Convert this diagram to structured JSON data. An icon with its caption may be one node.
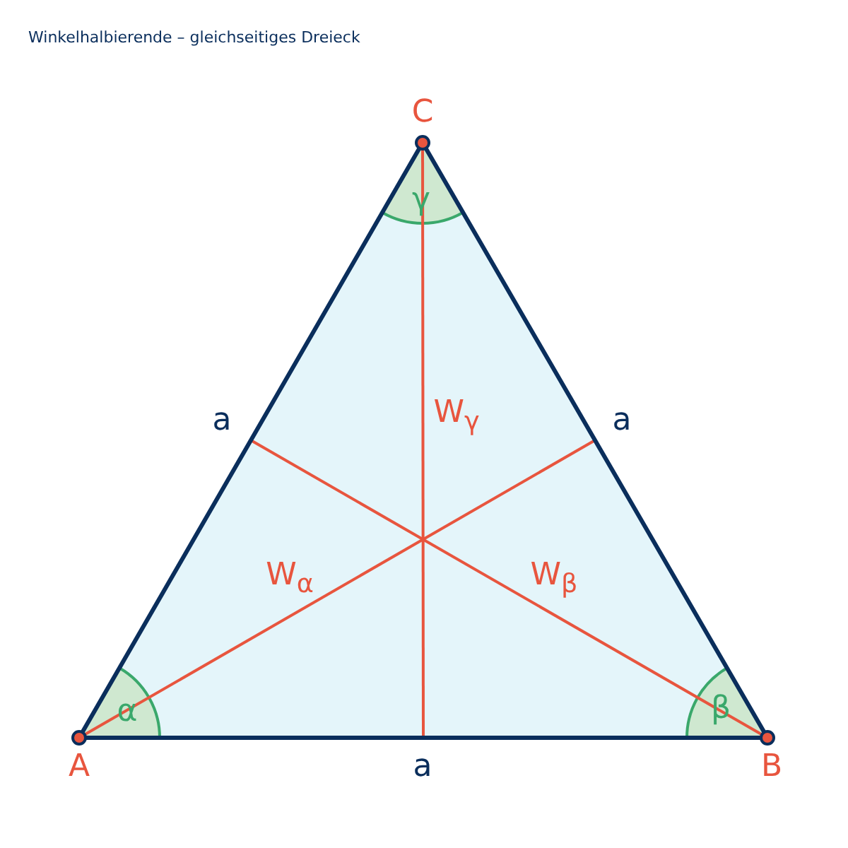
{
  "diagram": {
    "title": "Winkelhalbierende – gleichseitiges Dreieck",
    "labels": [
      "C",
      "γ",
      "a",
      "W$_{γ}$",
      "a",
      "W$_{α}$",
      "W$_{β}$",
      "α",
      "β",
      "A",
      "a",
      "B"
    ]
  }
}
